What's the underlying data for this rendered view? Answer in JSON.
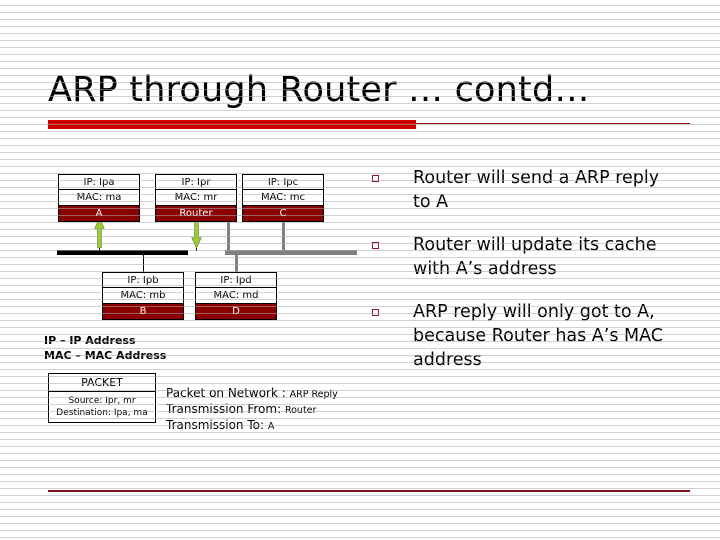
{
  "slide": {
    "title": "ARP through Router … contd…",
    "accent_thick": "#cc0000",
    "accent_thin": "#8a1010",
    "bottom_rule_color": "#7b1520",
    "node_fill": "#8b0000",
    "arrow_color": "#9acd32",
    "bullet_marker_color": "#8b1a2b"
  },
  "diagram": {
    "nodes": [
      {
        "id": "a",
        "ip": "IP: Ipa",
        "mac": "MAC: ma",
        "name": "A"
      },
      {
        "id": "router",
        "ip": "IP: Ipr",
        "mac": "MAC: mr",
        "name": "Router"
      },
      {
        "id": "c",
        "ip": "IP: Ipc",
        "mac": "MAC: mc",
        "name": "C"
      },
      {
        "id": "b",
        "ip": "IP: Ipb",
        "mac": "MAC: mb",
        "name": "B"
      },
      {
        "id": "d",
        "ip": "IP: Ipd",
        "mac": "MAC: md",
        "name": "D"
      }
    ],
    "arrows": [
      {
        "id": "arrow-to-a",
        "direction": "up",
        "from": "bus-left",
        "to": "A"
      },
      {
        "id": "arrow-from-router",
        "direction": "down",
        "from": "Router",
        "to": "bus-left"
      }
    ],
    "buses": [
      {
        "id": "bus-left",
        "color": "#000000"
      },
      {
        "id": "bus-right",
        "color": "#808080"
      }
    ]
  },
  "legend": {
    "line1": "IP – IP Address",
    "line2": "MAC – MAC Address"
  },
  "packet": {
    "title": "PACKET",
    "source": "Source: Ipr, mr",
    "destination": "Destination: Ipa, ma"
  },
  "packet_info": {
    "network_label": "Packet on Network :",
    "network_value": "ARP Reply",
    "from_label": "Transmission From:",
    "from_value": "Router",
    "to_label": "Transmission To:",
    "to_value": "A"
  },
  "bullets": [
    {
      "text": "Router will send a ARP reply to A"
    },
    {
      "text": "Router will update its cache with A’s address"
    },
    {
      "text": "ARP reply will only got to A, because Router has A’s MAC address"
    }
  ]
}
